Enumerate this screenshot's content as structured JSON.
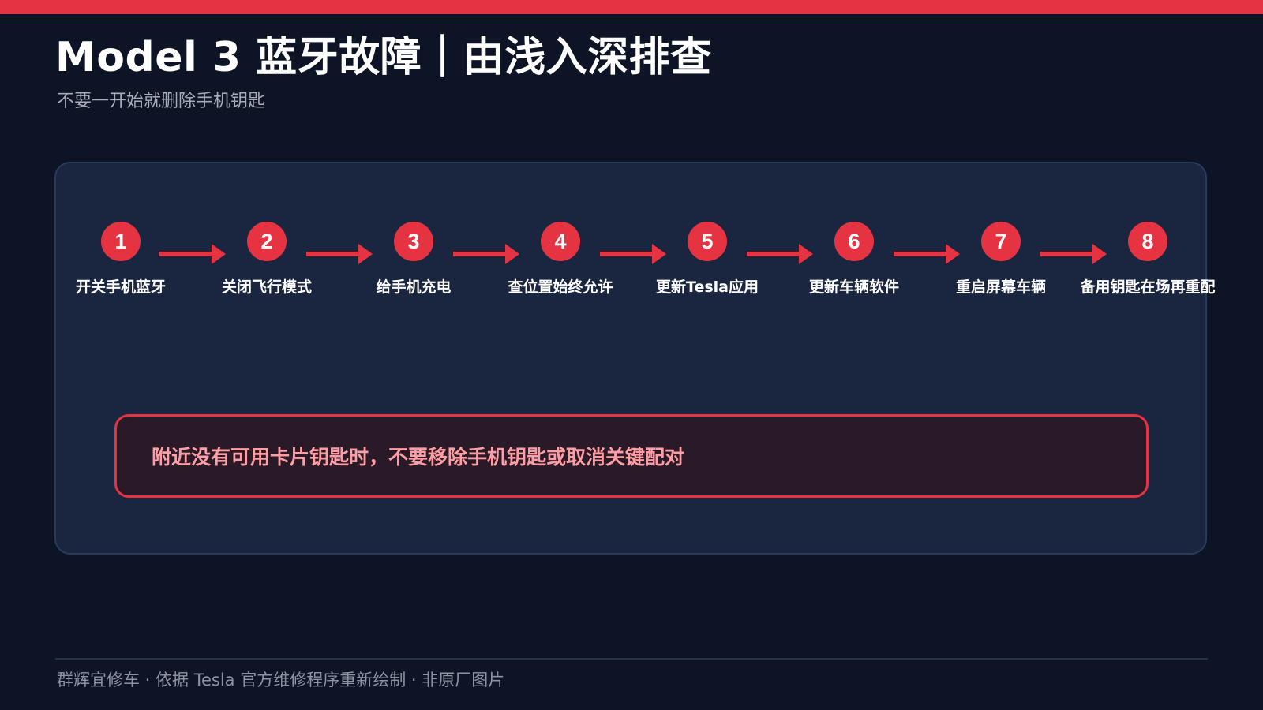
{
  "header": {
    "title": "Model 3 蓝牙故障｜由浅入深排查",
    "subtitle": "不要一开始就删除手机钥匙"
  },
  "steps": [
    {
      "number": "1",
      "label": "开关手机蓝牙"
    },
    {
      "number": "2",
      "label": "关闭飞行模式"
    },
    {
      "number": "3",
      "label": "给手机充电"
    },
    {
      "number": "4",
      "label": "查位置始终允许"
    },
    {
      "number": "5",
      "label": "更新Tesla应用"
    },
    {
      "number": "6",
      "label": "更新车辆软件"
    },
    {
      "number": "7",
      "label": "重启屏幕车辆"
    },
    {
      "number": "8",
      "label": "备用钥匙在场再重配"
    }
  ],
  "warning": {
    "text": "附近没有可用卡片钥匙时，不要移除手机钥匙或取消关键配对"
  },
  "footer": {
    "text": "群辉宜修车 · 依据 Tesla 官方维修程序重新绘制 · 非原厂图片"
  },
  "colors": {
    "accent": "#e63341",
    "background": "#0d1425",
    "panel": "#1a2540",
    "warning_text": "#ff9da4"
  }
}
